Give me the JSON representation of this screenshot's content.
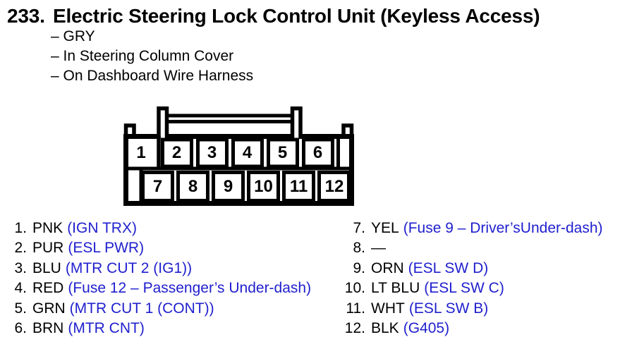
{
  "page": {
    "title_number": "233.",
    "title_text": "Electric Steering Lock Control Unit (Keyless Access)"
  },
  "attributes": [
    {
      "text": "– GRY"
    },
    {
      "text": "– In Steering Column Cover"
    },
    {
      "text": "– On Dashboard Wire Harness"
    }
  ],
  "connector": {
    "top_row": [
      "1",
      "2",
      "3",
      "4",
      "5",
      "6"
    ],
    "bottom_row": [
      "7",
      "8",
      "9",
      "10",
      "11",
      "12"
    ]
  },
  "pins_left": [
    {
      "num": "1.",
      "wire": "PNK",
      "signal": "(IGN TRX)"
    },
    {
      "num": "2.",
      "wire": "PUR",
      "signal": "(ESL PWR)"
    },
    {
      "num": "3.",
      "wire": "BLU",
      "signal": "(MTR CUT 2 (IG1))"
    },
    {
      "num": "4.",
      "wire": "RED",
      "signal": "(Fuse 12 – Passenger’s Under-dash)"
    },
    {
      "num": "5.",
      "wire": "GRN",
      "signal": "(MTR CUT 1 (CONT))"
    },
    {
      "num": "6.",
      "wire": "BRN",
      "signal": "(MTR CNT)"
    }
  ],
  "pins_right": [
    {
      "num": "7.",
      "wire": "YEL",
      "signal": "(Fuse 9 – Driver’sUnder-dash)"
    },
    {
      "num": "8.",
      "wire": "—",
      "signal": ""
    },
    {
      "num": "9.",
      "wire": "ORN",
      "signal": "(ESL SW D)"
    },
    {
      "num": "10.",
      "wire": "LT BLU",
      "signal": "(ESL SW C)"
    },
    {
      "num": "11.",
      "wire": "WHT",
      "signal": "(ESL SW B)"
    },
    {
      "num": "12.",
      "wire": "BLK",
      "signal": "(G405)"
    }
  ],
  "colors": {
    "signal_blue": "#1f1fce",
    "ink": "#000000"
  }
}
